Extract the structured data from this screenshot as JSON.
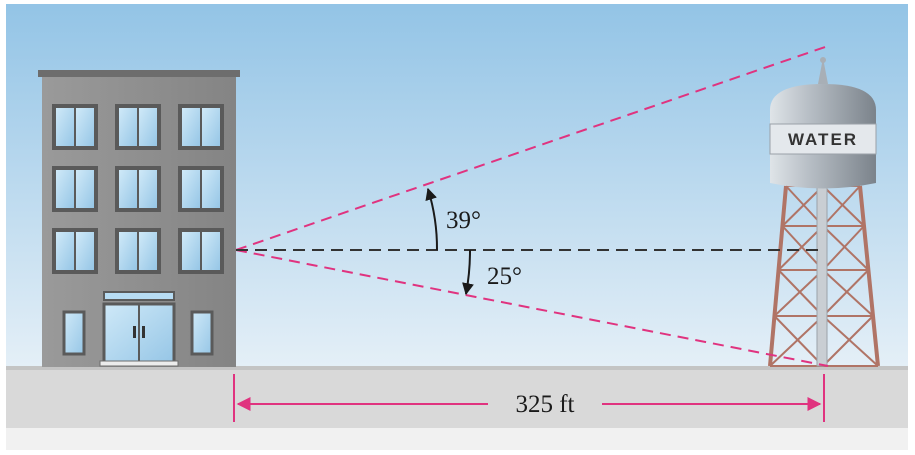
{
  "labels": {
    "angle_up": "39°",
    "angle_down": "25°",
    "distance": "325 ft",
    "tower_sign": "WATER"
  },
  "colors": {
    "sky_top": "#93c4e6",
    "sky_bottom": "#e2eef7",
    "ground": "#d9d9d9",
    "building": "#8f8f8f",
    "window": "#b7dcf3",
    "tower_lattice": "#b07466",
    "sight_lines": "#e0337f",
    "horizontal_line": "#333333"
  }
}
